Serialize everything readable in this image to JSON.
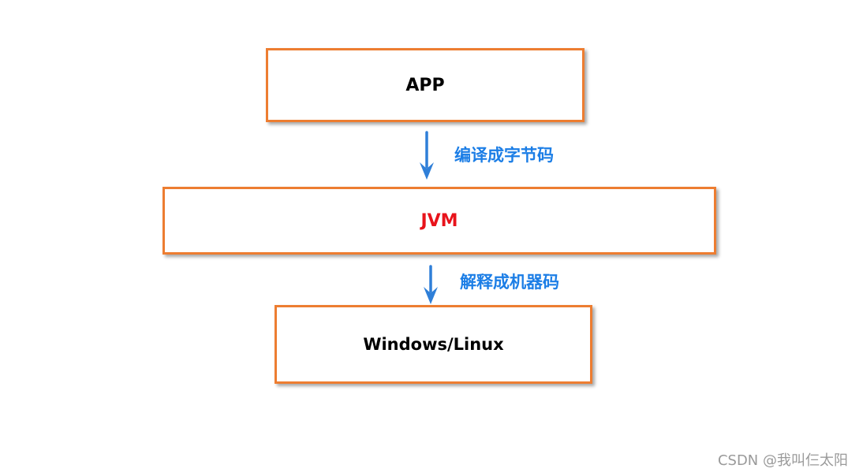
{
  "nodes": {
    "app": {
      "label": "APP"
    },
    "jvm": {
      "label": "JVM"
    },
    "os": {
      "label": "Windows/Linux"
    }
  },
  "edges": {
    "app_to_jvm": {
      "label": "编译成字节码"
    },
    "jvm_to_os": {
      "label": "解释成机器码"
    }
  },
  "watermark": "CSDN @我叫仨太阳",
  "icons": {
    "arrow": "arrow-down-icon"
  },
  "colors": {
    "box_border": "#ed7d31",
    "arrow": "#2f7fd8",
    "edge_label": "#1c7ee6",
    "jvm_text": "#e8131b",
    "default_text": "#000000",
    "watermark": "#9a9a9a"
  }
}
